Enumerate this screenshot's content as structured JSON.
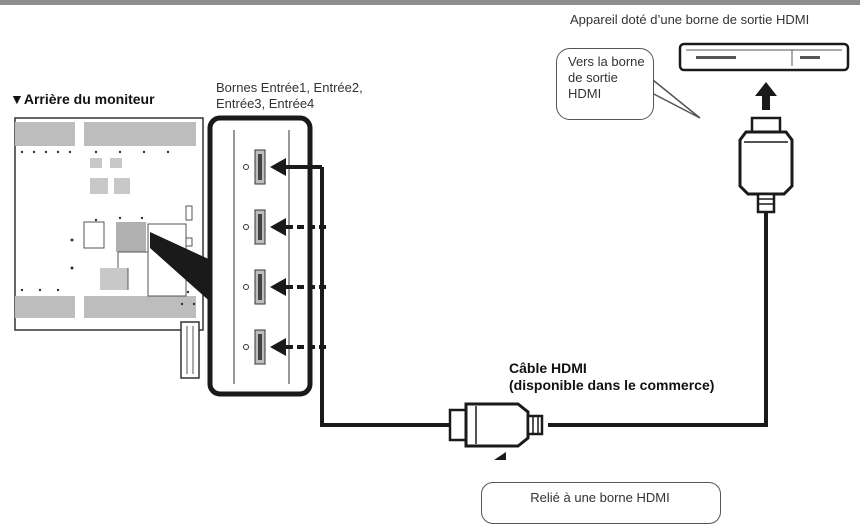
{
  "labels": {
    "device_title": "Appareil doté d’une borne de sortie HDMI",
    "bubble_line1": "Vers la borne",
    "bubble_line2": "de sortie",
    "bubble_line3": "HDMI",
    "monitor_rear": "▼Arrière du moniteur",
    "terminals_line1": "Bornes Entrée1, Entrée2,",
    "terminals_line2": "Entrée3, Entrée4",
    "cable_line1": "Câble HDMI",
    "cable_line2": "(disponible dans le commerce)",
    "connected": "Relié à une borne HDMI"
  }
}
